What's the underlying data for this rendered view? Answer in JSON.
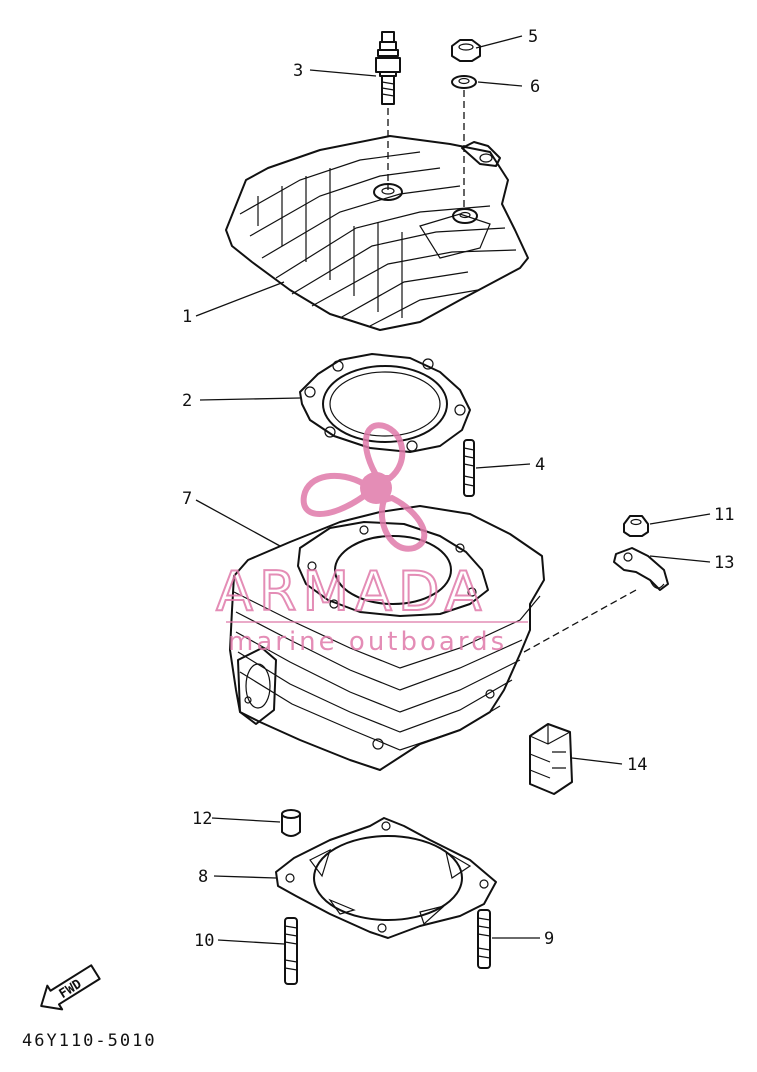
{
  "diagram_code": "46Y110-5010",
  "fwd_label": "FWD",
  "watermark": {
    "brand": "ARMADA",
    "tagline": "marine outboards",
    "color": "#e07aaa"
  },
  "callouts": {
    "c1": "1",
    "c2": "2",
    "c3": "3",
    "c4": "4",
    "c5": "5",
    "c6": "6",
    "c7": "7",
    "c8": "8",
    "c9": "9",
    "c10": "10",
    "c11": "11",
    "c12": "12",
    "c13": "13",
    "c14": "14"
  }
}
